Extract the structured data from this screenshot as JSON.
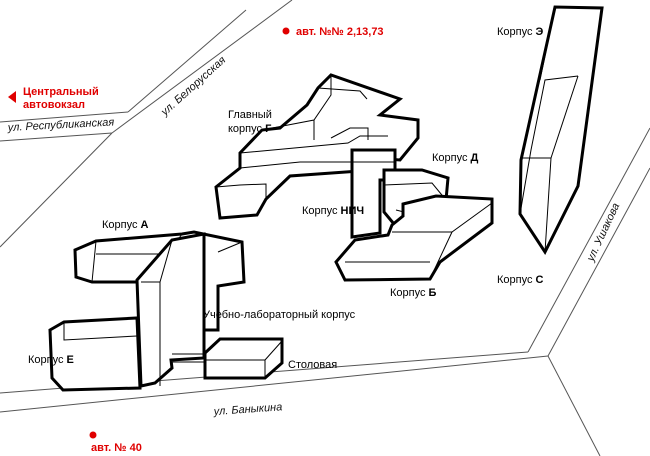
{
  "streets": {
    "belorusskaya": "ул. Белорусская",
    "respublikanskaya": "ул. Республиканская",
    "ushakova": "ул. Ушакова",
    "banykina": "ул. Баныкина"
  },
  "buildings": {
    "main_line1": "Главный",
    "main_line2": "корпус",
    "main_letter": "Г",
    "d_prefix": "Корпус",
    "d_letter": "Д",
    "nich_prefix": "Корпус",
    "nich_letter": "НИЧ",
    "a_prefix": "Корпус",
    "a_letter": "А",
    "b_prefix": "Корпус",
    "b_letter": "Б",
    "e_prefix": "Корпус",
    "e_letter": "Е",
    "s_prefix": "Корпус",
    "s_letter": "С",
    "e2_prefix": "Корпус",
    "e2_letter": "Э",
    "lab": "Учебно-лабораторный корпус",
    "canteen": "Столовая"
  },
  "transport": {
    "bus_top": "авт. №№ 2,13,73",
    "bus_bottom": "авт. № 40",
    "terminal_line1": "Центральный",
    "terminal_line2": "автовокзал"
  },
  "colors": {
    "accent": "#e00000",
    "building_outline": "#000000"
  }
}
